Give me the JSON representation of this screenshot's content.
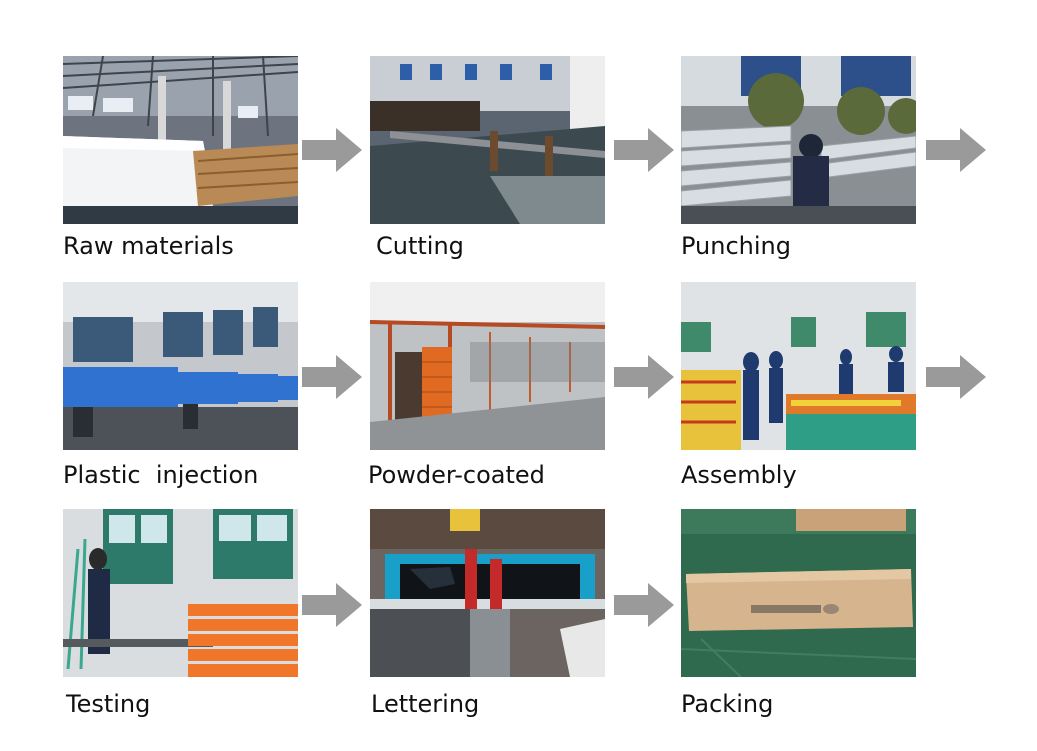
{
  "steps": [
    {
      "label": "Raw materials"
    },
    {
      "label": "Cutting"
    },
    {
      "label": "Punching"
    },
    {
      "label": "Plastic  injection"
    },
    {
      "label": "Powder-coated"
    },
    {
      "label": "Assembly"
    },
    {
      "label": "Testing"
    },
    {
      "label": "Lettering"
    },
    {
      "label": "Packing"
    }
  ],
  "colors": {
    "arrow": "#9a9a9a",
    "caption": "#111111"
  }
}
